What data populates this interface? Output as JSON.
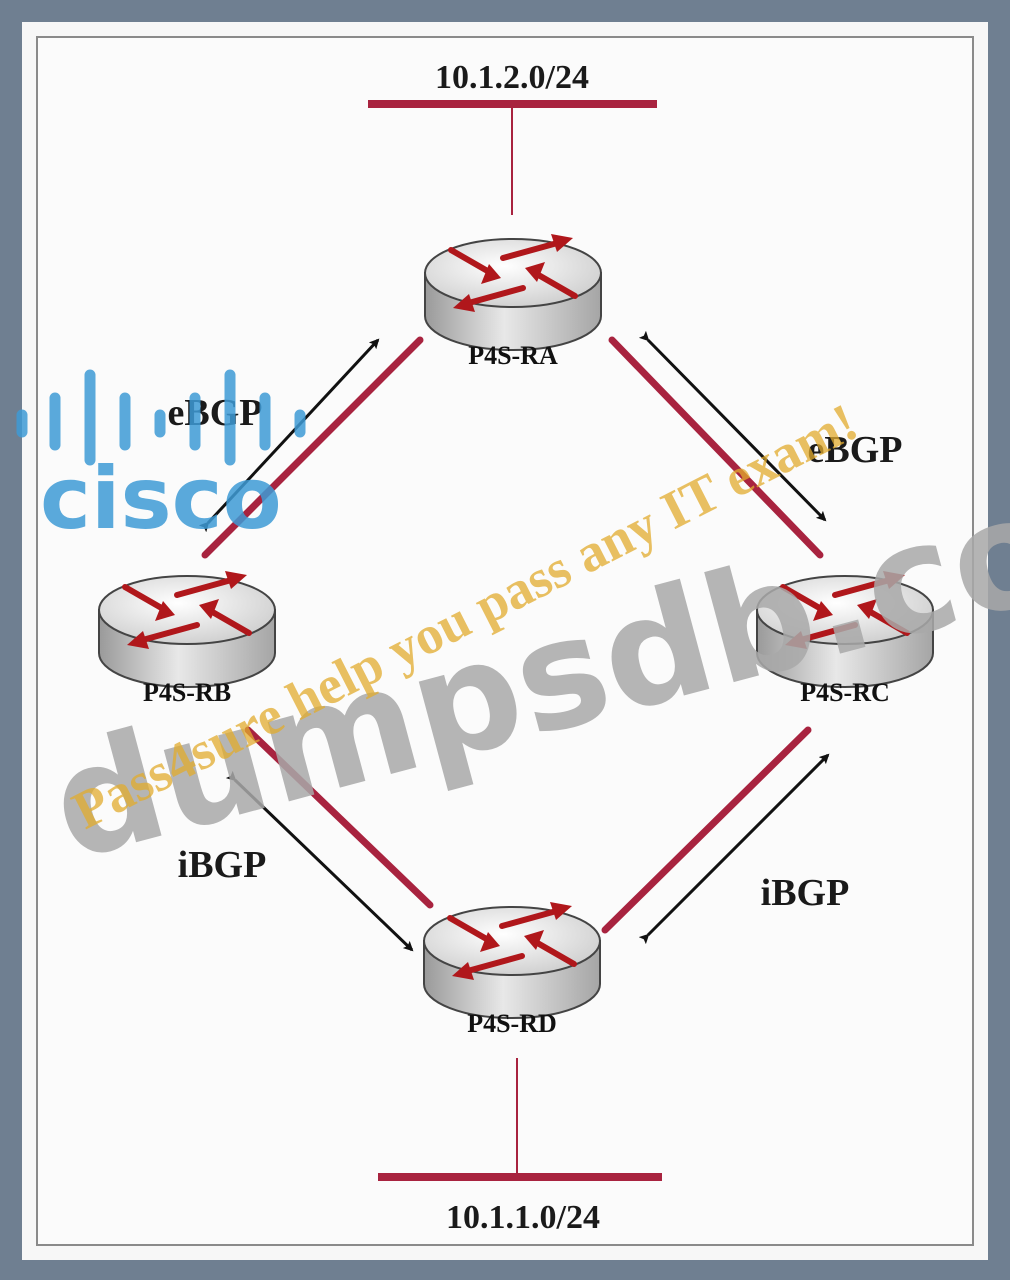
{
  "networks": {
    "top": "10.1.2.0/24",
    "bottom": "10.1.1.0/24"
  },
  "routers": {
    "ra": "P4S-RA",
    "rb": "P4S-RB",
    "rc": "P4S-RC",
    "rd": "P4S-RD"
  },
  "sessions": {
    "ra_rb": "eBGP",
    "ra_rc": "eBGP",
    "rb_rd": "iBGP",
    "rc_rd": "iBGP"
  },
  "watermarks": {
    "brand": "cisco",
    "domain": "dumpsdb.com",
    "slogan": "Pass4sure help you pass any IT exam!"
  },
  "colors": {
    "link": "#a8233f",
    "arrow": "#a81010",
    "background": "#6f7f91",
    "cisco_blue": "#3e9bd6",
    "watermark_gray": "#a9a9a9",
    "slogan_gold": "#e2ac2e"
  }
}
